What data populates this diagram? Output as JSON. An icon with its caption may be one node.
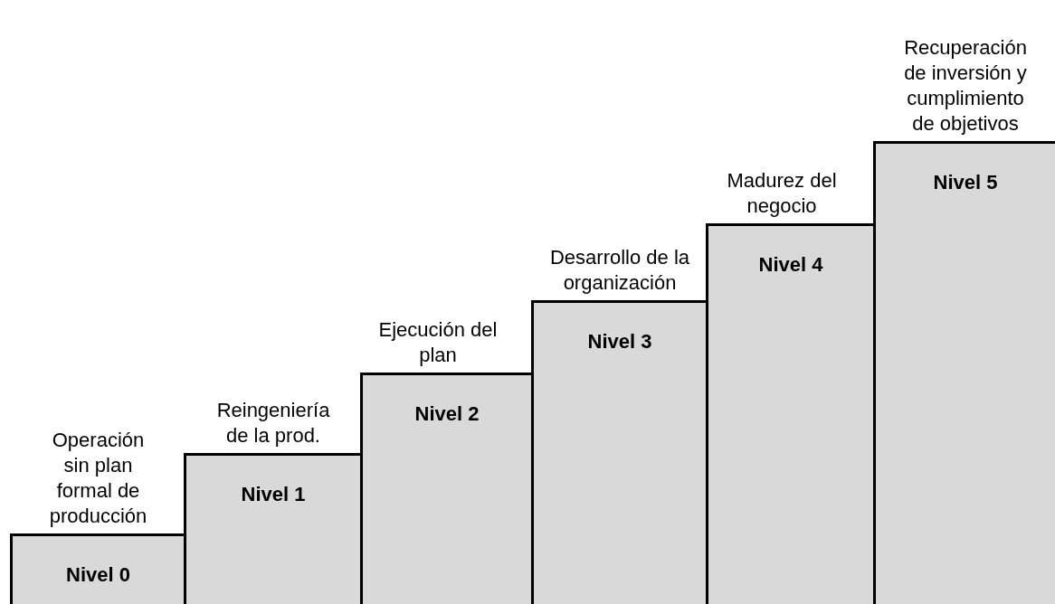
{
  "diagram": {
    "nodes": [
      {
        "text": [
          "Operación sin plan formal de producción",
          "Nivel 0"
        ]
      },
      {
        "text": [
          "Reingeniería de la prod.",
          "Nivel 1"
        ]
      },
      {
        "text": [
          "Ejecución del plan",
          "Nivel 2"
        ]
      },
      {
        "text": [
          "Desarrollo de la organización",
          "Nivel 3"
        ]
      },
      {
        "text": [
          "Madurez del negocio",
          "Nivel 4"
        ]
      },
      {
        "text": [
          "Recuperación de inversión y cumplimiento de objetivos",
          "Nivel 5"
        ]
      }
    ],
    "edges": []
  }
}
